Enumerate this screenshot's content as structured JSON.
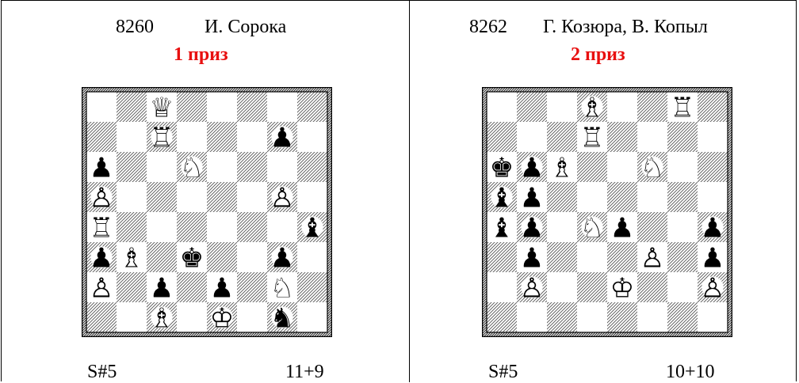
{
  "problems": [
    {
      "number": "8260",
      "authors": "И. Сорока",
      "award": "1 приз",
      "stipulation": "S#5",
      "material": "11+9",
      "pieces": [
        {
          "sq": "c8",
          "p": "Q",
          "c": "w"
        },
        {
          "sq": "c7",
          "p": "R",
          "c": "w"
        },
        {
          "sq": "g7",
          "p": "P",
          "c": "b"
        },
        {
          "sq": "a6",
          "p": "P",
          "c": "b"
        },
        {
          "sq": "d6",
          "p": "N",
          "c": "w"
        },
        {
          "sq": "a5",
          "p": "P",
          "c": "w"
        },
        {
          "sq": "g5",
          "p": "P",
          "c": "w"
        },
        {
          "sq": "a4",
          "p": "R",
          "c": "w"
        },
        {
          "sq": "h4",
          "p": "B",
          "c": "b"
        },
        {
          "sq": "a3",
          "p": "P",
          "c": "b"
        },
        {
          "sq": "b3",
          "p": "B",
          "c": "w"
        },
        {
          "sq": "d3",
          "p": "K",
          "c": "b"
        },
        {
          "sq": "g3",
          "p": "P",
          "c": "b"
        },
        {
          "sq": "a2",
          "p": "P",
          "c": "w"
        },
        {
          "sq": "c2",
          "p": "P",
          "c": "b"
        },
        {
          "sq": "e2",
          "p": "P",
          "c": "b"
        },
        {
          "sq": "g2",
          "p": "N",
          "c": "w"
        },
        {
          "sq": "c1",
          "p": "B",
          "c": "w"
        },
        {
          "sq": "e1",
          "p": "K",
          "c": "w"
        },
        {
          "sq": "g1",
          "p": "N",
          "c": "b"
        }
      ]
    },
    {
      "number": "8262",
      "authors": "Г. Козюра, В. Копыл",
      "award": "2 приз",
      "stipulation": "S#5",
      "material": "10+10",
      "pieces": [
        {
          "sq": "d8",
          "p": "B",
          "c": "w"
        },
        {
          "sq": "g8",
          "p": "R",
          "c": "w"
        },
        {
          "sq": "d7",
          "p": "R",
          "c": "w"
        },
        {
          "sq": "a6",
          "p": "K",
          "c": "b"
        },
        {
          "sq": "b6",
          "p": "P",
          "c": "b"
        },
        {
          "sq": "c6",
          "p": "B",
          "c": "w"
        },
        {
          "sq": "f6",
          "p": "N",
          "c": "w"
        },
        {
          "sq": "a5",
          "p": "B",
          "c": "b"
        },
        {
          "sq": "b5",
          "p": "P",
          "c": "b"
        },
        {
          "sq": "a4",
          "p": "B",
          "c": "b"
        },
        {
          "sq": "b4",
          "p": "P",
          "c": "b"
        },
        {
          "sq": "d4",
          "p": "N",
          "c": "w"
        },
        {
          "sq": "e4",
          "p": "P",
          "c": "b"
        },
        {
          "sq": "h4",
          "p": "P",
          "c": "b"
        },
        {
          "sq": "b3",
          "p": "P",
          "c": "b"
        },
        {
          "sq": "f3",
          "p": "P",
          "c": "w"
        },
        {
          "sq": "h3",
          "p": "P",
          "c": "b"
        },
        {
          "sq": "b2",
          "p": "P",
          "c": "w"
        },
        {
          "sq": "e2",
          "p": "K",
          "c": "w"
        },
        {
          "sq": "h2",
          "p": "P",
          "c": "w"
        }
      ]
    }
  ]
}
